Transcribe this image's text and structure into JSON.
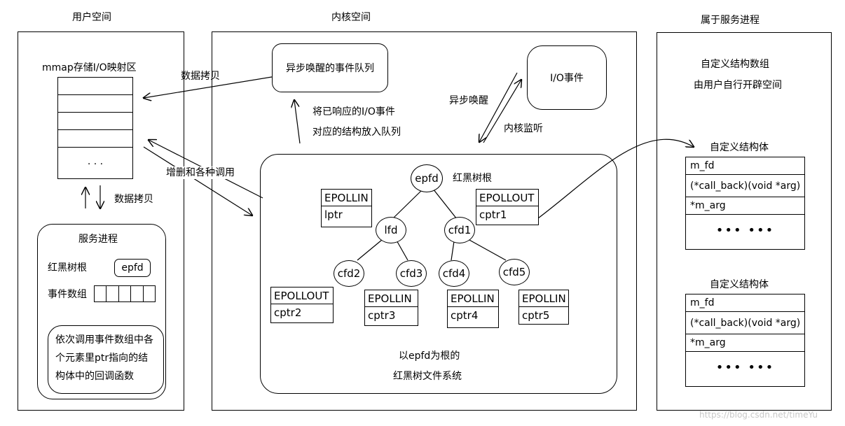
{
  "sections": {
    "user_space": "用户空间",
    "kernel_space": "内核空间",
    "service_process_side": "属于服务进程"
  },
  "user": {
    "mmap_title": "mmap存储I/O映射区",
    "mmap_ellipsis": ". . .",
    "copy_label_top": "数据拷贝",
    "copy_label_bottom": "数据拷贝",
    "add_call_label": "增删和各种调用",
    "service_title": "服务进程",
    "rb_root_label": "红黑树根",
    "epfd_label": "epfd",
    "event_array_label": "事件数组",
    "callback_lines": [
      "依次调用事件数组中各",
      "个元素里ptr指向的结",
      "构体中的回调函数"
    ]
  },
  "kernel": {
    "async_queue": "异步唤醒的事件队列",
    "queue_note": [
      "将已响应的I/O事件",
      "对应的结构放入队列"
    ],
    "io_event": "I/O事件",
    "async_wake": "异步唤醒",
    "kernel_listen": "内核监听",
    "root_node": "epfd",
    "root_label": "红黑树根",
    "nodes": [
      "lfd",
      "cfd1",
      "cfd2",
      "cfd3",
      "cfd4",
      "cfd5"
    ],
    "events": [
      {
        "type": "EPOLLIN",
        "ptr": "lptr"
      },
      {
        "type": "EPOLLOUT",
        "ptr": "cptr1"
      },
      {
        "type": "EPOLLOUT",
        "ptr": "cptr2"
      },
      {
        "type": "EPOLLIN",
        "ptr": "cptr3"
      },
      {
        "type": "EPOLLIN",
        "ptr": "cptr4"
      },
      {
        "type": "EPOLLIN",
        "ptr": "cptr5"
      }
    ],
    "fs_caption": [
      "以epfd为根的",
      "红黑树文件系统"
    ]
  },
  "service": {
    "custom_array": [
      "自定义结构数组",
      "由用户自行开辟空间"
    ],
    "structs": [
      {
        "title": "自定义结构体",
        "fields": [
          "m_fd",
          "(*call_back)(void *arg)",
          "*m_arg"
        ],
        "more": "••• •••"
      },
      {
        "title": "自定义结构体",
        "fields": [
          "m_fd",
          "(*call_back)(void *arg)",
          "*m_arg"
        ],
        "more": "••• •••"
      }
    ]
  },
  "watermark": "https://blog.csdn.net/timeYu"
}
